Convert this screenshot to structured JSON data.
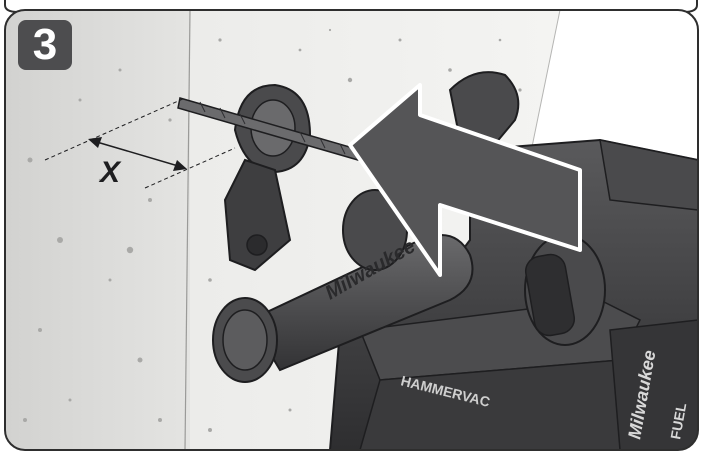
{
  "step": {
    "number": "3"
  },
  "dimension": {
    "label": "X"
  },
  "tool": {
    "brand_handle": "Milwaukee",
    "model_label": "HAMMERVAC",
    "side_brand": "Milwaukee",
    "side_model": "FUEL"
  },
  "colors": {
    "badge": "#4d4d4f",
    "concrete": "#e3e3e1",
    "tool_dark": "#3c3c3e",
    "arrow": "#555557"
  }
}
